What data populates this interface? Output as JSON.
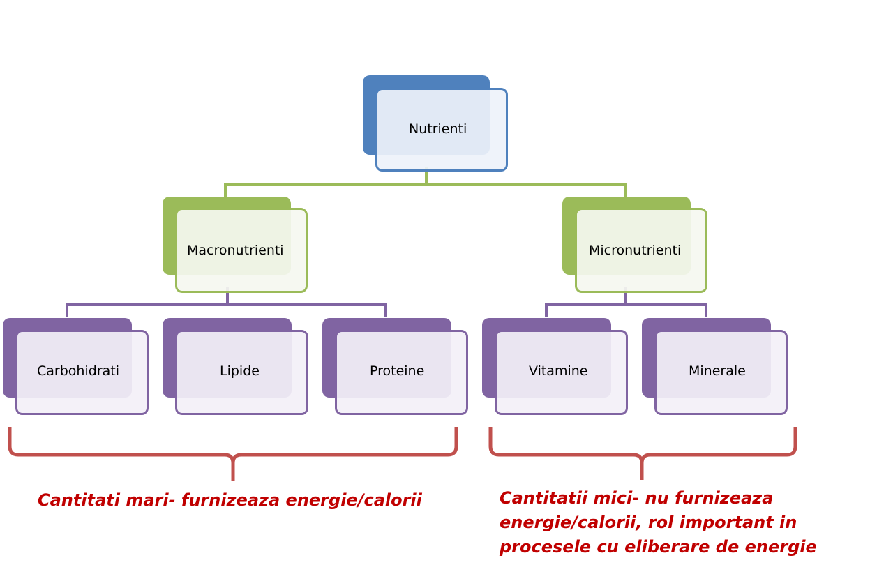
{
  "diagram": {
    "root": {
      "label": "Nutrienti",
      "color": "#4f81bd"
    },
    "groups": [
      {
        "label": "Macronutrienti",
        "color": "#9bbb59",
        "children": [
          "Carbohidrati",
          "Lipide",
          "Proteine"
        ],
        "child_color": "#8064a2",
        "brace_color": "#c0504d",
        "note": "Cantitati mari- furnizeaza energie/calorii"
      },
      {
        "label": "Micronutrienti",
        "color": "#9bbb59",
        "children": [
          "Vitamine",
          "Minerale"
        ],
        "child_color": "#8064a2",
        "brace_color": "#c0504d",
        "note_lines": [
          "Cantitatii mici- nu furnizeaza",
          "energie/calorii, rol important in",
          "procesele cu eliberare de energie"
        ]
      }
    ],
    "note_color": "#c00000"
  }
}
